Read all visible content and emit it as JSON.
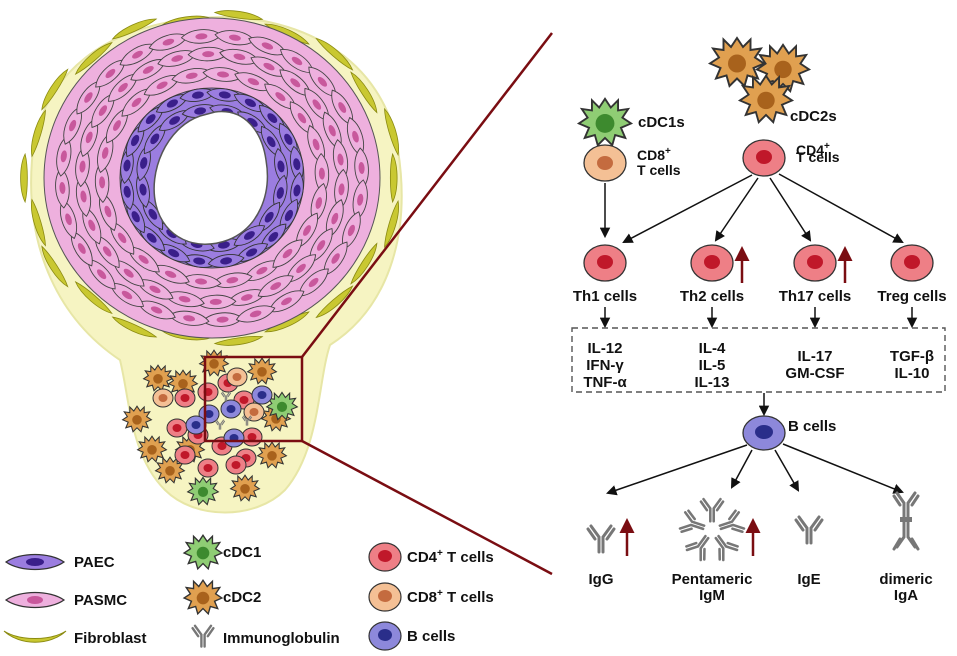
{
  "colors": {
    "paec": "#8f6fd6",
    "pasmc": "#e9a6d8",
    "fibroblast": "#c9c831",
    "adventitia": "#f6f4c2",
    "cdc1": "#6dbb55",
    "cdc2": "#d98a2e",
    "cd4": "#ee7f86",
    "cd4_nucleus": "#c0182a",
    "cd8": "#f4c095",
    "cd8_nucleus": "#c46b3f",
    "bcell": "#8d88db",
    "bcell_nucleus": "#2a2e8a",
    "zoom_line": "#7a0d12",
    "up_arrow": "#7a0d12",
    "antibody": "#777777"
  },
  "icons": [
    "paec-icon",
    "pasmc-icon",
    "fibroblast-icon",
    "cdc1-icon",
    "cdc2-icon",
    "immunoglobulin-icon",
    "cd4-t-cell-icon",
    "cd8-t-cell-icon",
    "b-cell-icon"
  ],
  "top_cells": {
    "cdc1": "cDC1s",
    "cdc2": "cDC2s",
    "cd8_line1": "CD8",
    "cd8_sup": "+",
    "cd8_line2": "T cells",
    "cd4_line1": "CD4",
    "cd4_sup": "+",
    "cd4_line2": "T cells"
  },
  "th_cells": [
    {
      "name": "Th1 cells",
      "cytokines": [
        "IL-12",
        "IFN-γ",
        "TNF-α"
      ],
      "up": false
    },
    {
      "name": "Th2 cells",
      "cytokines": [
        "IL-4",
        "IL-5",
        "IL-13"
      ],
      "up": true
    },
    {
      "name": "Th17 cells",
      "cytokines": [
        "IL-17",
        "GM-CSF"
      ],
      "up": true
    },
    {
      "name": "Treg cells",
      "cytokines": [
        "TGF-β",
        "IL-10"
      ],
      "up": false
    }
  ],
  "b_cells": "B cells",
  "antibodies": [
    {
      "line1": "IgG",
      "line2": "",
      "up": true
    },
    {
      "line1": "Pentameric",
      "line2": "IgM",
      "up": true
    },
    {
      "line1": "IgE",
      "line2": "",
      "up": false
    },
    {
      "line1": "dimeric",
      "line2": "IgA",
      "up": false
    }
  ],
  "legend": {
    "paec": "PAEC",
    "pasmc": "PASMC",
    "fibroblast": "Fibroblast",
    "cdc1": "cDC1",
    "cdc2": "cDC2",
    "immunoglobulin": "Immunoglobulin",
    "cd4_pre": "CD4",
    "cd4_sup": "+",
    "cd4_post": " T cells",
    "cd8_pre": "CD8",
    "cd8_sup": "+",
    "cd8_post": " T cells",
    "bcells": "B cells"
  }
}
